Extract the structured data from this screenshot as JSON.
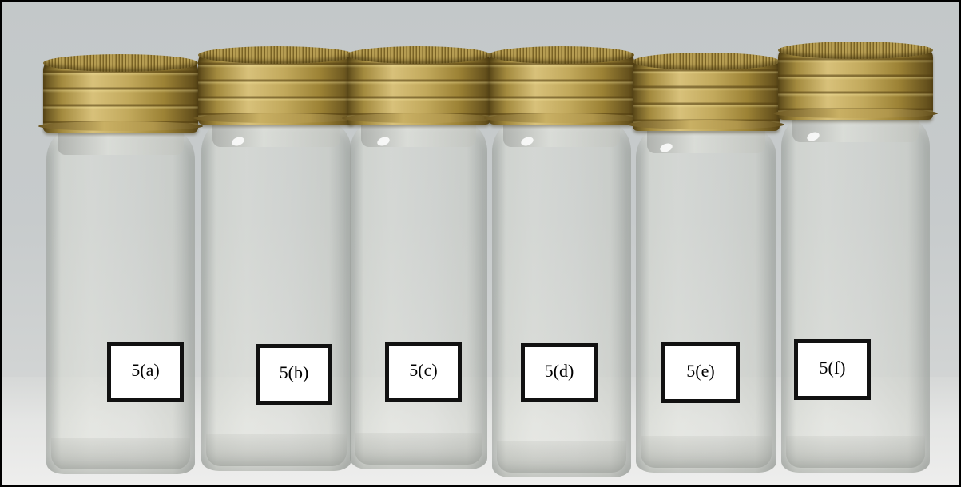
{
  "vial_labels": [
    "5(a)",
    "5(b)",
    "5(c)",
    "5(d)",
    "5(e)",
    "5(f)"
  ],
  "colors": {
    "cap": "#c2a95c",
    "background": "#c7cbcc",
    "label_border": "#111111"
  }
}
